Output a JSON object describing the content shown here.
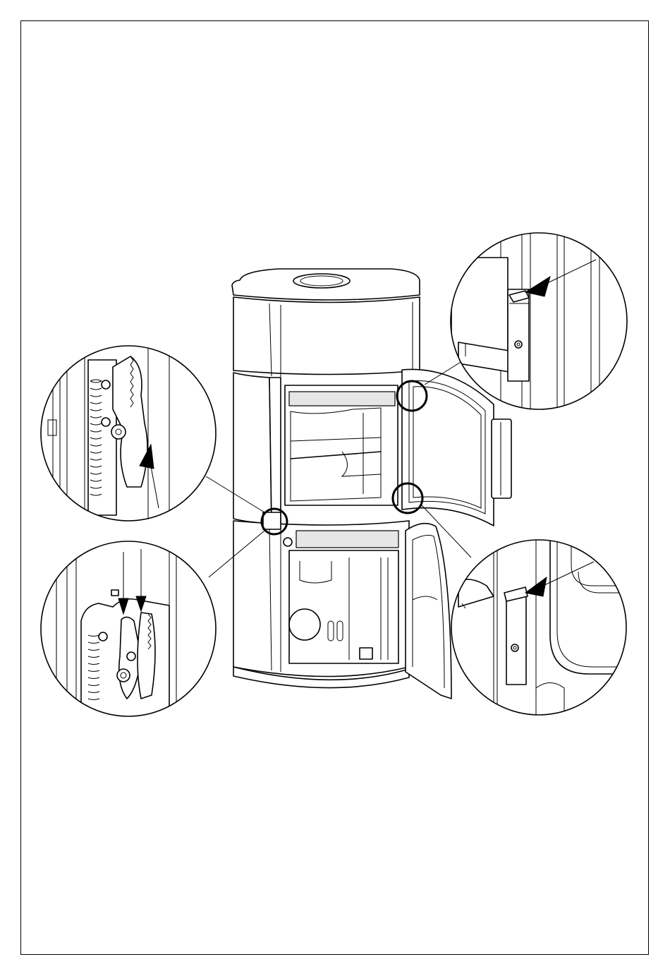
{
  "figure": {
    "subject": "stove-door-hinge-installation",
    "callouts": [
      {
        "name": "upper-left-hinge-detail"
      },
      {
        "name": "lower-left-hinge-detail"
      },
      {
        "name": "upper-right-door-hinge-detail"
      },
      {
        "name": "lower-right-door-hinge-detail"
      }
    ]
  }
}
